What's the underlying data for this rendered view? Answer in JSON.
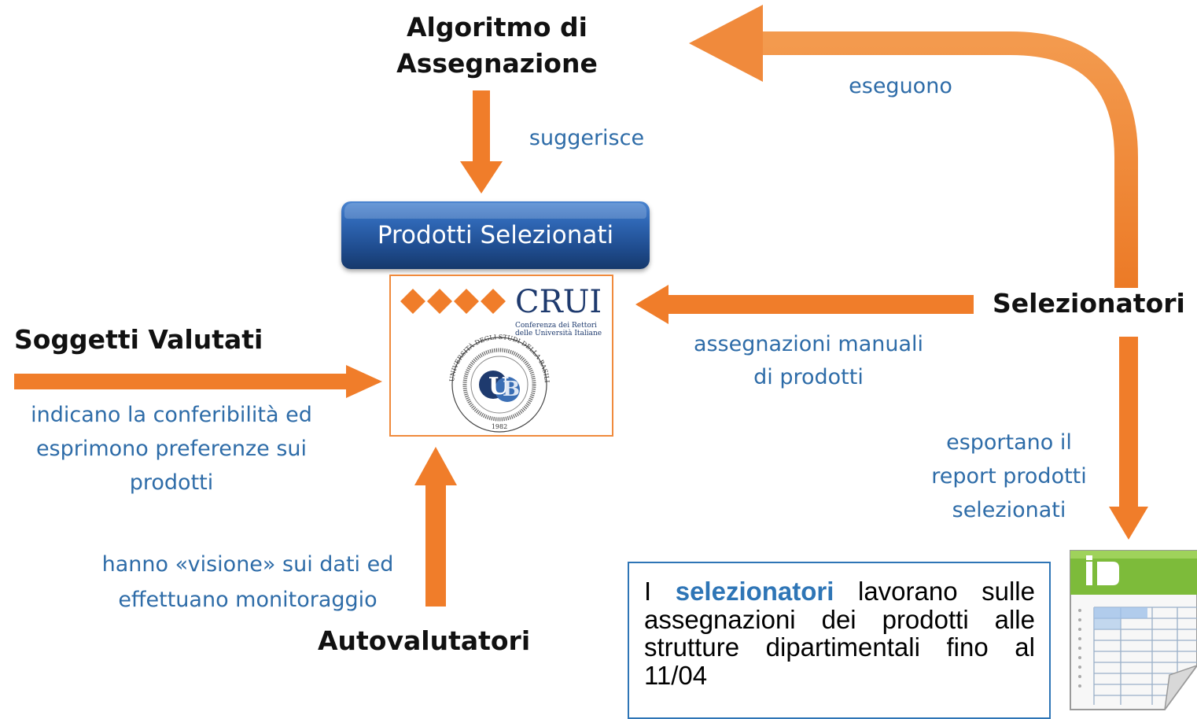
{
  "nodes": {
    "algoritmo": "Algoritmo di\nAssegnazione",
    "selezionatori": "Selezionatori",
    "soggetti": "Soggetti Valutati",
    "autovalutatori": "Autovalutatori"
  },
  "center_button": "Prodotti Selezionati",
  "logos": {
    "cruI_text": "CRUI",
    "cruI_sub": "Conferenza dei Rettori\ndelle Università Italiane",
    "unibas_ring": "UNIVERSITÀ DEGLI STUDI DELLA BASILICATA",
    "unibas_year": "1982"
  },
  "edges": {
    "eseguono": "eseguono",
    "suggerisce": "suggerisce",
    "assegnazioni": "assegnazioni manuali\ndi prodotti",
    "indicano": "indicano la conferibilità ed\nesprimono preferenze sui\nprodotti",
    "visione": "hanno «visione» sui dati ed\neffettuano monitoraggio",
    "esportano": "esportano il\nreport prodotti\nselezionati"
  },
  "note": {
    "prefix": "I ",
    "bold": "selezionatori",
    "rest": " lavorano sulle assegnazioni dei prodotti alle strutture dipartimentali fino al 11/04"
  },
  "colors": {
    "arrow": "#f07d2a",
    "label": "#2e6ca8",
    "button": "#2f67b5",
    "note_border": "#2e75b6"
  },
  "icons": {
    "spreadsheet": "spreadsheet-icon"
  }
}
